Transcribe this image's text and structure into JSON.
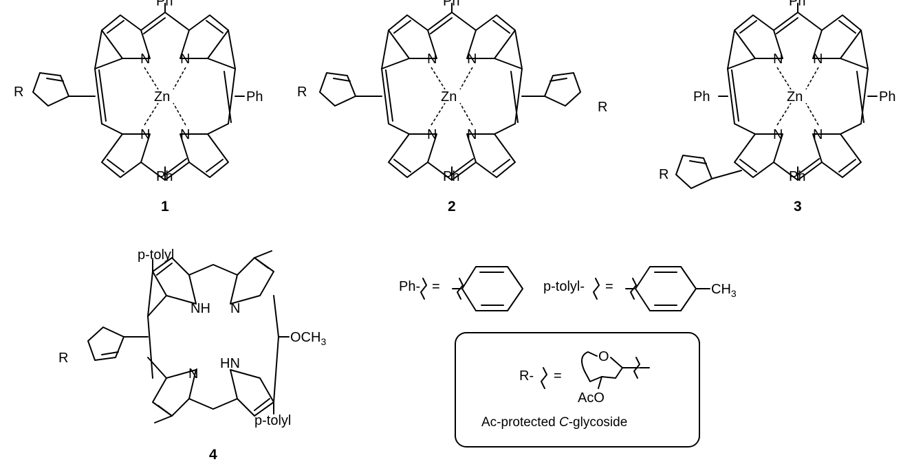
{
  "compounds": [
    {
      "number": "1",
      "metal": "Zn",
      "substituent": "Ph",
      "group": "R"
    },
    {
      "number": "2",
      "metal": "Zn",
      "substituent": "Ph",
      "group": "R"
    },
    {
      "number": "3",
      "metal": "Zn",
      "substituent": "Ph",
      "group": "R"
    },
    {
      "number": "4",
      "substituent": "p-tolyl",
      "group": "R",
      "methoxy": "OCH",
      "methoxy_sub": "3",
      "nh": "NH",
      "hn": "HN"
    }
  ],
  "atoms": {
    "nitrogen": "N"
  },
  "legend": {
    "ph_label": "Ph-",
    "tolyl_label": "p-tolyl-",
    "equals": "=",
    "methyl": "CH",
    "methyl_sub": "3"
  },
  "r_box": {
    "r_label": "R-",
    "equals": "=",
    "ring_o": "O",
    "aco": "AcO",
    "caption_prefix": "Ac-protected ",
    "caption_italic": "C",
    "caption_suffix": "-glycoside"
  }
}
